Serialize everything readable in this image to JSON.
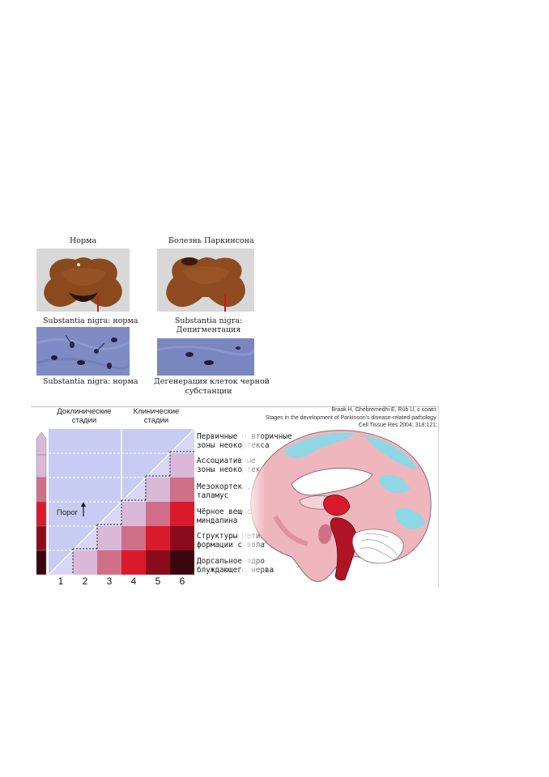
{
  "photos": {
    "norm_title": "Норма",
    "pd_title": "Болезнь Паркинсона",
    "norm_caption_top": "Substantia nigra: норма",
    "pd_caption_top_line1": "Substantia nigra:",
    "pd_caption_top_line2": "Депигментация",
    "norm_caption_bottom": "Substantia nigra: норма",
    "pd_caption_bottom_line1": "Дегенерация клеток черной",
    "pd_caption_bottom_line2": "субстанции"
  },
  "braak": {
    "preclinical_line1": "Доклинические",
    "preclinical_line2": "стадии",
    "clinical_line1": "Клинические",
    "clinical_line2": "стадии",
    "threshold": "Порог",
    "citation_line1": "Braak H, Ghebremedhi E, Rüb U, с соавт.",
    "citation_line2": "Stages in the development of Parkinson's disease-related pathology.",
    "citation_line3": "Cell Tissue Res 2004; 318:121;",
    "stages": [
      "1",
      "2",
      "3",
      "4",
      "5",
      "6"
    ],
    "zones": [
      {
        "line1": "Первичные и вторичные",
        "line2": "зоны неокортекса"
      },
      {
        "line1": "Ассоциативные",
        "line2": "зоны неокортекса"
      },
      {
        "line1": "Мезокортекс,",
        "line2": "таламус"
      },
      {
        "line1": "Чёрное вещество,",
        "line2": "миндалина"
      },
      {
        "line1": "Структуры ретикулярной",
        "line2": "формации ствола"
      },
      {
        "line1": "Дорсальное ядро",
        "line2": "блуждающего нерва"
      }
    ],
    "colors": {
      "level1": "#d9b8d8",
      "level2": "#cf6f88",
      "level3": "#d81a2a",
      "level4": "#8a0d1e",
      "level5": "#3a0610",
      "background": "#c8ccf2"
    }
  }
}
